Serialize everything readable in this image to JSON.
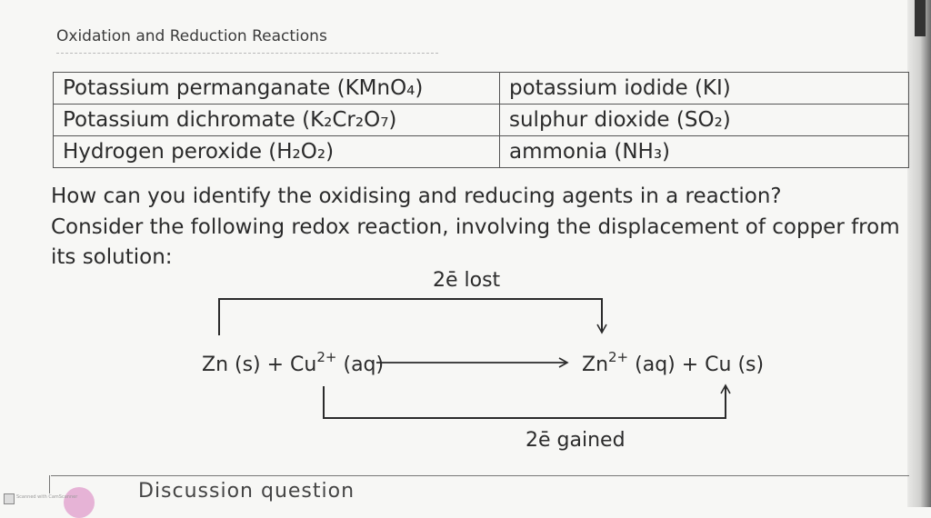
{
  "header": {
    "title": "Oxidation and Reduction Reactions"
  },
  "table": {
    "rows": [
      {
        "left": "Potassium permanganate (KMnO₄)",
        "right": "potassium iodide (KI)"
      },
      {
        "left": "Potassium dichromate (K₂Cr₂O₇)",
        "right": "sulphur dioxide (SO₂)"
      },
      {
        "left": "Hydrogen peroxide (H₂O₂)",
        "right": "ammonia (NH₃)"
      }
    ]
  },
  "body": {
    "line1": "How can you identify the oxidising and reducing agents in a reaction?",
    "line2": "Consider the following redox reaction, involving the displacement of copper from",
    "line3": "its solution:"
  },
  "diagram": {
    "top_label": "2ē lost",
    "bottom_label": "2ē gained",
    "reactants": {
      "zn": "Zn (s) + Cu",
      "charge": "2+",
      "state": " (aq)"
    },
    "products": {
      "zn": "Zn",
      "charge": "2+",
      "rest": " (aq) + Cu (s)"
    }
  },
  "footer": {
    "heading": "Discussion question"
  },
  "scanner": {
    "label": "Scanned with CamScanner"
  }
}
